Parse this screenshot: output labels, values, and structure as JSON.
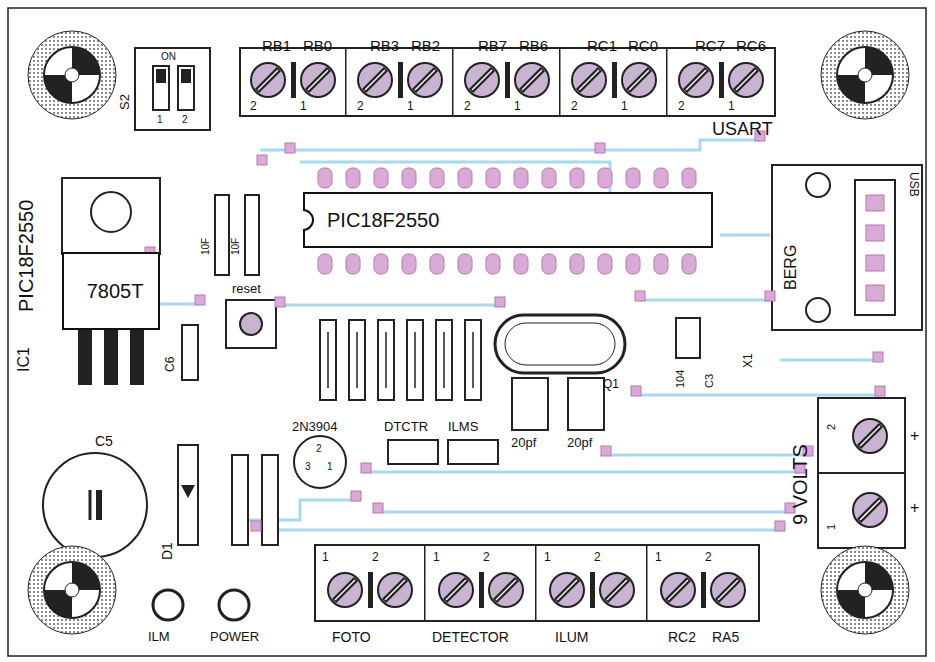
{
  "diagram": {
    "nodes": [
      {
        "text": [
          "PIC18F2550"
        ]
      },
      {
        "text": [
          "7805T"
        ]
      }
    ],
    "labels": [
      "RB1",
      "RB0",
      "RB3",
      "RB2",
      "RB7",
      "RB6",
      "RC1",
      "RC0",
      "RC7",
      "RC6",
      "2",
      "1",
      "2",
      "1",
      "2",
      "1",
      "2",
      "1",
      "2",
      "1",
      "USART",
      "S2",
      "ON",
      "1",
      "2",
      "PIC18F2550",
      "IC1",
      "10F",
      "10F",
      "USB",
      "BERG",
      "reset",
      "Q1",
      "104",
      "C3",
      "X1",
      "C6",
      "2N3904",
      "DTCTR",
      "ILMS",
      "20pf",
      "20pf",
      "3",
      "2",
      "1",
      "C5",
      "D1",
      "9 VOLTS",
      "2",
      "1",
      "+",
      "+",
      "1",
      "2",
      "1",
      "2",
      "1",
      "2",
      "1",
      "2",
      "ILM",
      "POWER",
      "FOTO",
      "DETECTOR",
      "ILUM",
      "RC2",
      "RA5"
    ]
  }
}
